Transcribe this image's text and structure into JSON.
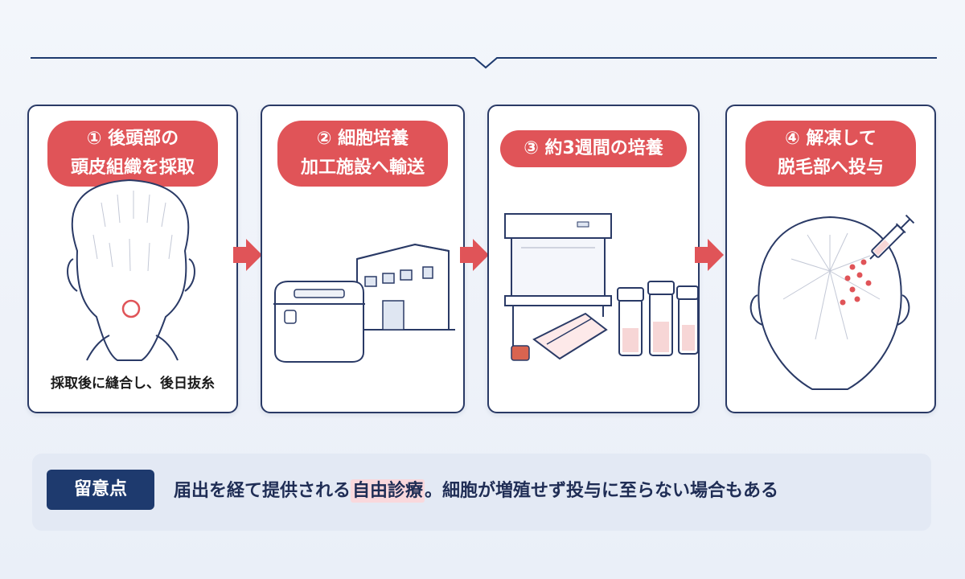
{
  "steps": [
    {
      "number": "①",
      "title_lines": [
        "後頭部の",
        "頭皮組織を採取"
      ],
      "caption": "採取後に縫合し、後日抜糸"
    },
    {
      "number": "②",
      "title_lines": [
        "細胞培養",
        "加工施設へ輸送"
      ]
    },
    {
      "number": "③",
      "title_lines": [
        "約3週間の培養"
      ]
    },
    {
      "number": "④",
      "title_lines": [
        "解凍して",
        "脱毛部へ投与"
      ]
    }
  ],
  "note": {
    "badge": "留意点",
    "text_before": "届出を経て提供される",
    "text_highlight": "自由診療",
    "text_after": "。細胞が増殖せず投与に至らない場合もある"
  },
  "colors": {
    "accent_red": "#e05458",
    "navy": "#1e3a6e",
    "line": "#2a3a66",
    "highlight": "#f9d8dc"
  },
  "icons": [
    "head-back-icon",
    "cooler-box-icon",
    "factory-icon",
    "biosafety-cabinet-icon",
    "culture-flask-icon",
    "vial-icon",
    "head-top-icon",
    "syringe-icon",
    "arrow-right-icon"
  ]
}
